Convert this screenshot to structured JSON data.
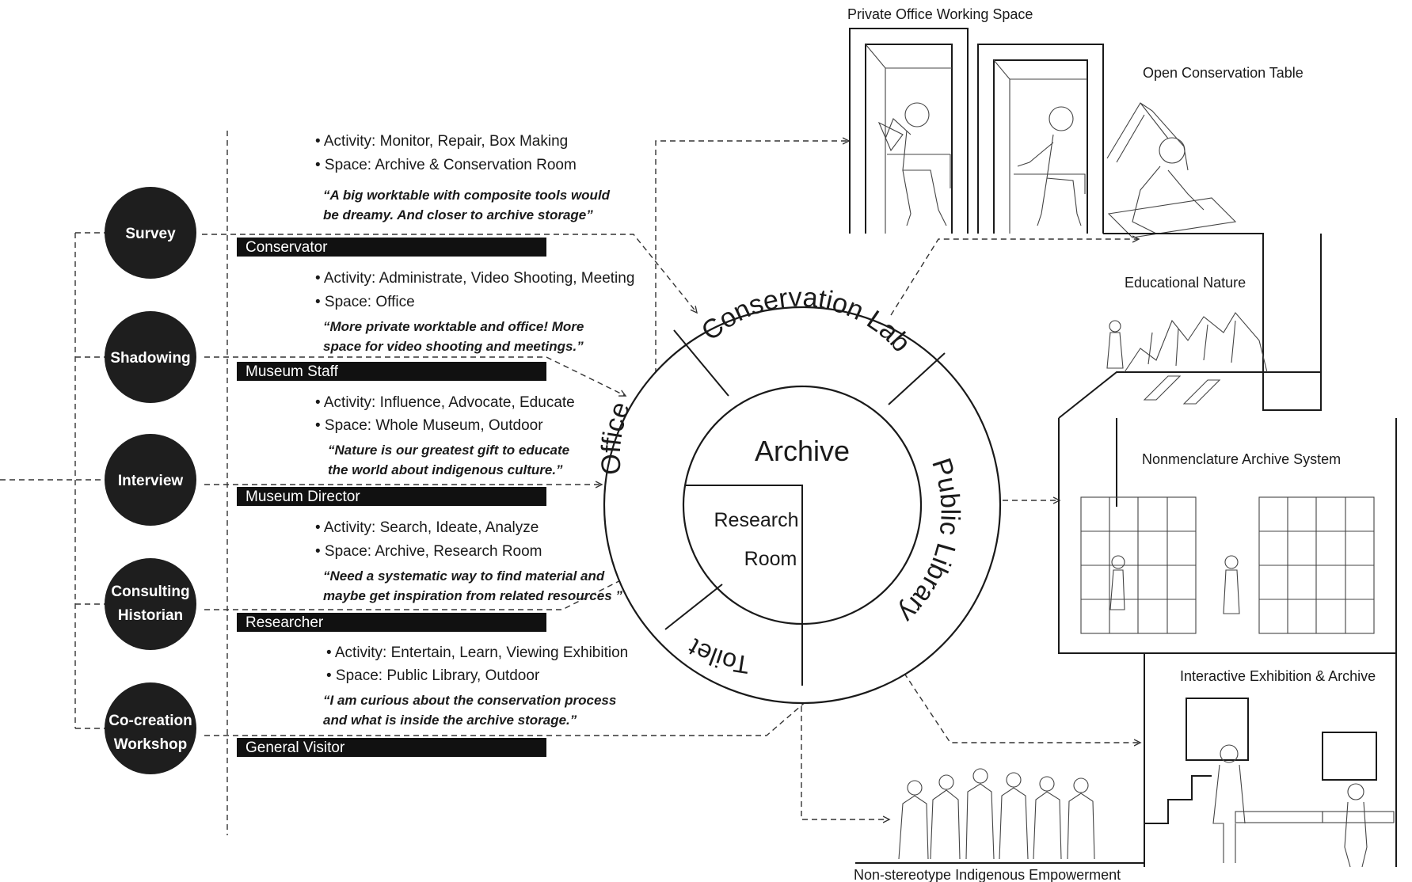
{
  "methods": [
    {
      "lines": [
        "Survey"
      ]
    },
    {
      "lines": [
        "Shadowing"
      ]
    },
    {
      "lines": [
        "Interview"
      ]
    },
    {
      "lines": [
        "Consulting",
        "Historian"
      ]
    },
    {
      "lines": [
        "Co-creation",
        "Workshop"
      ]
    }
  ],
  "personas": [
    {
      "role": "Conservator",
      "activity": "• Activity: Monitor, Repair, Box Making",
      "space": "• Space: Archive & Conservation Room",
      "quote": [
        "“A big worktable with composite tools would",
        "be dreamy. And closer to archive storage”"
      ]
    },
    {
      "role": "Museum Staff",
      "activity": "• Activity: Administrate, Video Shooting, Meeting",
      "space": "• Space: Office",
      "quote": [
        "“More private worktable and office! More",
        "space for video shooting and meetings.”"
      ]
    },
    {
      "role": "Museum Director",
      "activity": "• Activity: Influence, Advocate, Educate",
      "space": "• Space: Whole Museum, Outdoor",
      "quote": [
        "“Nature is our greatest gift  to educate",
        "the world about indigenous culture.”"
      ]
    },
    {
      "role": "Researcher",
      "activity": "• Activity: Search, Ideate, Analyze",
      "space": "• Space: Archive, Research Room",
      "quote": [
        "“Need a systematic way to find material and",
        "maybe get inspiration from related resources ”"
      ]
    },
    {
      "role": "General Visitor",
      "activity": "• Activity: Entertain, Learn, Viewing Exhibition",
      "space": "• Space: Public Library, Outdoor",
      "quote": [
        "“I am curious about the conservation process",
        "and what is inside the archive storage.”"
      ]
    }
  ],
  "ring": {
    "center": "Archive",
    "research_room": [
      "Research",
      "Room"
    ],
    "conservation_lab": "Conservation Lab",
    "public_library": "Public Library",
    "office": "Office",
    "toilet": "Toilet"
  },
  "scenes": {
    "private_office": "Private Office Working Space",
    "open_table": "Open Conservation Table",
    "educational_nature": "Educational Nature",
    "archive_system": "Nonmenclature Archive System",
    "interactive_exhibition": "Interactive Exhibition & Archive",
    "empowerment": "Non-stereotype Indigenous Empowerment"
  }
}
